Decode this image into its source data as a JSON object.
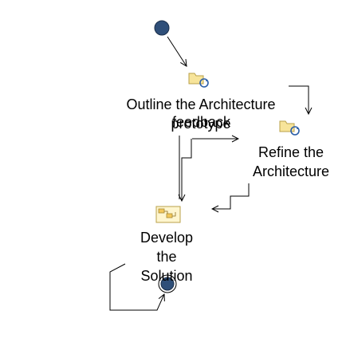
{
  "activities": [
    {
      "id": "outline",
      "lines": [
        "Outline the Architecture",
        "prototype"
      ],
      "icon": "process-activity-icon"
    },
    {
      "id": "refine",
      "lines": [
        "Refine the",
        "Architecture"
      ],
      "icon": "process-activity-icon"
    },
    {
      "id": "develop",
      "lines": [
        "Develop",
        "the",
        "Solution"
      ],
      "icon": "work-product-icon"
    }
  ],
  "connector_label": "feedback",
  "colors": {
    "node_fill": "#2f4f79",
    "node_stroke": "#1b2f4a",
    "line": "#000000",
    "folder_fill": "#f7e49a",
    "folder_stroke": "#b8a04a",
    "cycle_blue": "#2c5fa8"
  }
}
